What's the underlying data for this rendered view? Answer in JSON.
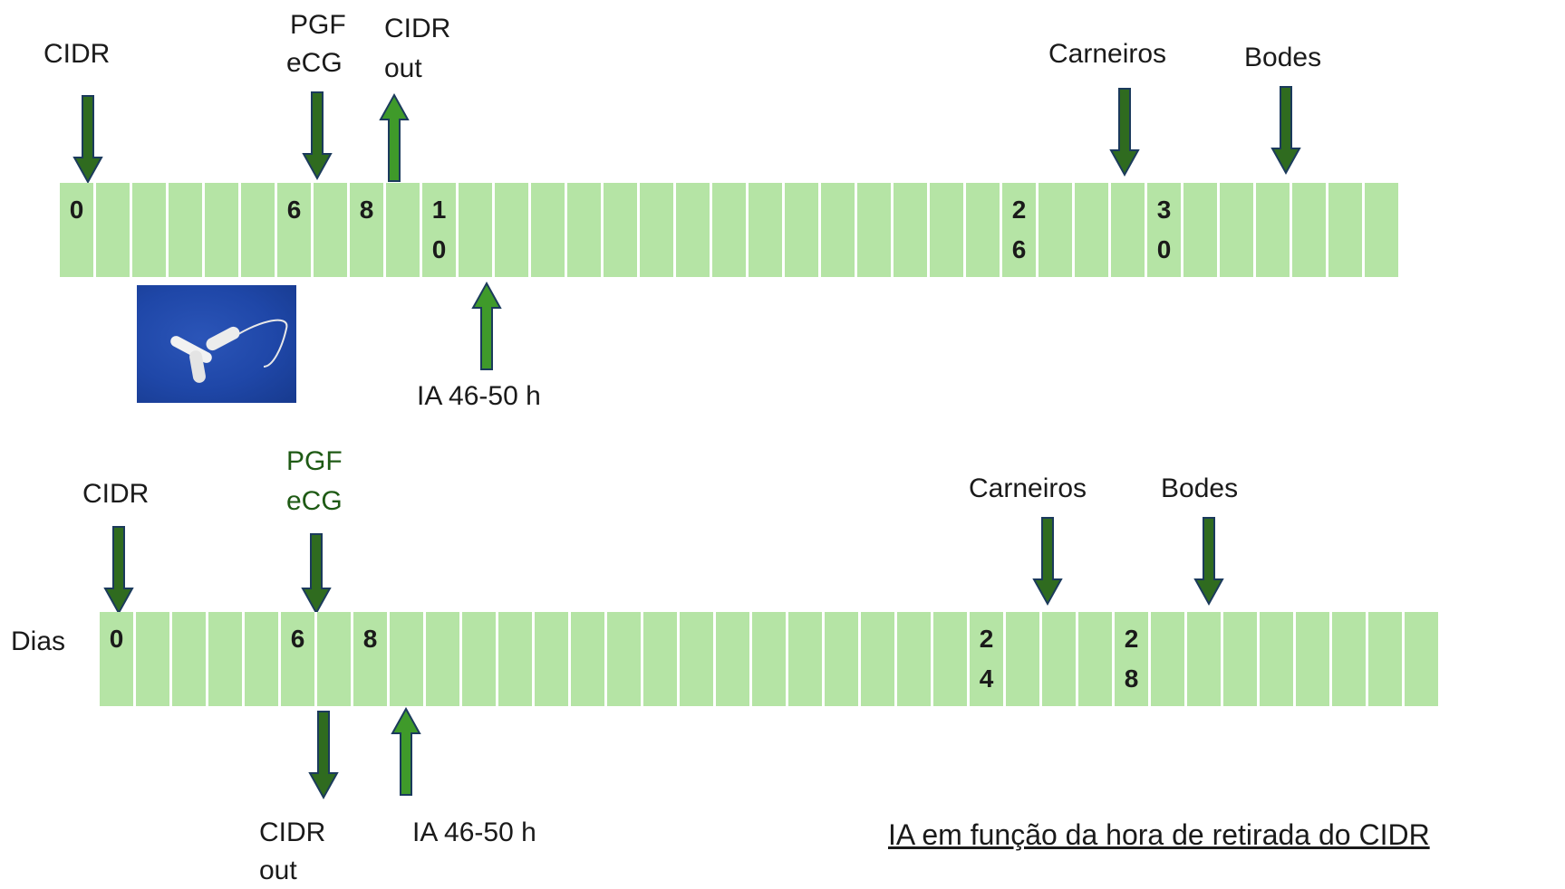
{
  "top_timeline": {
    "cell_count": 37,
    "numbers": [
      {
        "cell": 0,
        "text": "0"
      },
      {
        "cell": 6,
        "text": "6"
      },
      {
        "cell": 8,
        "text": "8"
      },
      {
        "cell": 10,
        "text": "1\n0"
      },
      {
        "cell": 26,
        "text": "2\n6"
      },
      {
        "cell": 30,
        "text": "3\n0"
      }
    ],
    "labels": {
      "cidr": "CIDR",
      "pgf": "PGF",
      "ecg": "eCG",
      "cidr_out_1": "CIDR",
      "cidr_out_2": "out",
      "carneiros": "Carneiros",
      "bodes": "Bodes",
      "ia": "IA 46-50 h"
    },
    "photo_alt": "CIDR device"
  },
  "bottom_timeline": {
    "cell_count": 37,
    "row_label": "Dias",
    "numbers": [
      {
        "cell": 0,
        "text": "0"
      },
      {
        "cell": 5,
        "text": "6"
      },
      {
        "cell": 7,
        "text": "8"
      },
      {
        "cell": 24,
        "text": "2\n4"
      },
      {
        "cell": 28,
        "text": "2\n8"
      }
    ],
    "labels": {
      "cidr": "CIDR",
      "pgf": "PGF",
      "ecg": "eCG",
      "carneiros": "Carneiros",
      "bodes": "Bodes",
      "cidr_out_1": "CIDR",
      "cidr_out_2": "out",
      "ia": "IA 46-50 h"
    }
  },
  "caption": "IA em função da hora de retirada do CIDR",
  "colors": {
    "cell": "#b5e4a5",
    "arrow_dark": "#2f6b1f",
    "arrow_light": "#3f9a2a",
    "arrow_outline": "#1b3a5c"
  }
}
